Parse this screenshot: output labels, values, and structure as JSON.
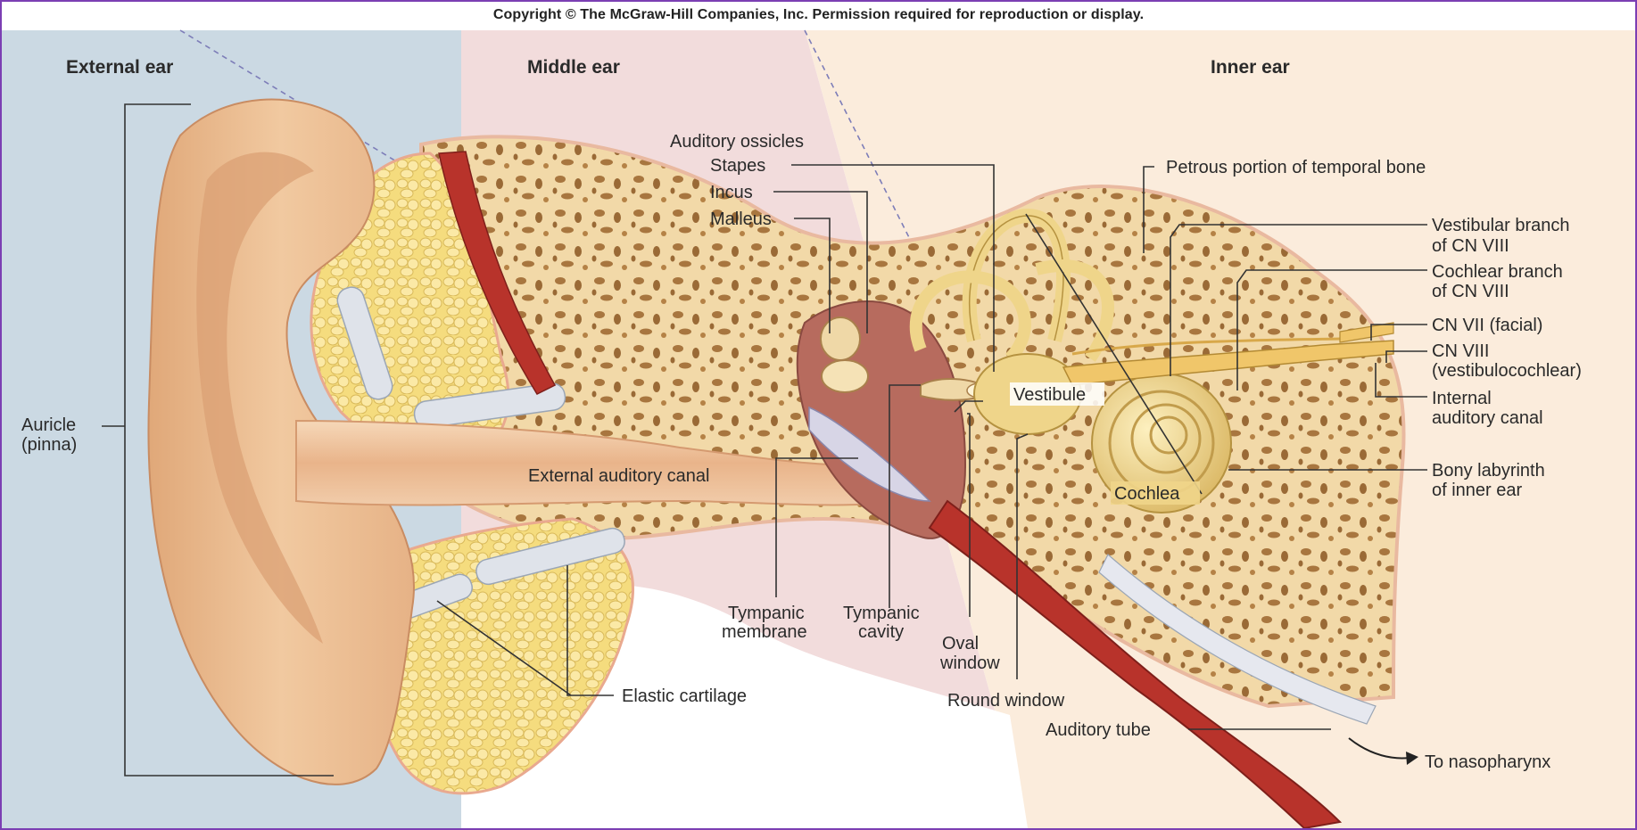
{
  "copyright": "Copyright © The McGraw-Hill Companies, Inc. Permission required for reproduction or display.",
  "regions": {
    "external": "External ear",
    "middle": "Middle ear",
    "inner": "Inner ear"
  },
  "labels": {
    "auricle_1": "Auricle",
    "auricle_2": "(pinna)",
    "auditory_ossicles": "Auditory ossicles",
    "stapes": "Stapes",
    "incus": "Incus",
    "malleus": "Malleus",
    "petrous": "Petrous portion of temporal bone",
    "vestibular_1": "Vestibular branch",
    "vestibular_2": "of CN VIII",
    "cochlear_branch_1": "Cochlear branch",
    "cochlear_branch_2": "of CN VIII",
    "cn7": "CN VII (facial)",
    "cn8_1": "CN VIII",
    "cn8_2": "(vestibulocochlear)",
    "internal_canal_1": "Internal",
    "internal_canal_2": "auditory canal",
    "bony_1": "Bony labyrinth",
    "bony_2": "of inner ear",
    "vestibule": "Vestibule",
    "cochlea": "Cochlea",
    "external_canal": "External auditory canal",
    "tympanic_membrane_1": "Tympanic",
    "tympanic_membrane_2": "membrane",
    "tympanic_cavity_1": "Tympanic",
    "tympanic_cavity_2": "cavity",
    "oval_1": "Oval",
    "oval_2": "window",
    "round_window": "Round window",
    "elastic": "Elastic cartilage",
    "auditory_tube": "Auditory tube",
    "nasopharynx": "To nasopharynx"
  },
  "colors": {
    "external_bg": "#cbd9e3",
    "middle_bg": "#f2dcdc",
    "inner_bg": "#fbecdc",
    "skin": "#e9b98d",
    "bone": "#f2d9a8",
    "bone_pore": "#a8763f",
    "cartilage_fill": "#f6e08e",
    "labyrinth": "#efd58a",
    "muscle": "#b8332b",
    "cavity": "#b76b5e"
  }
}
